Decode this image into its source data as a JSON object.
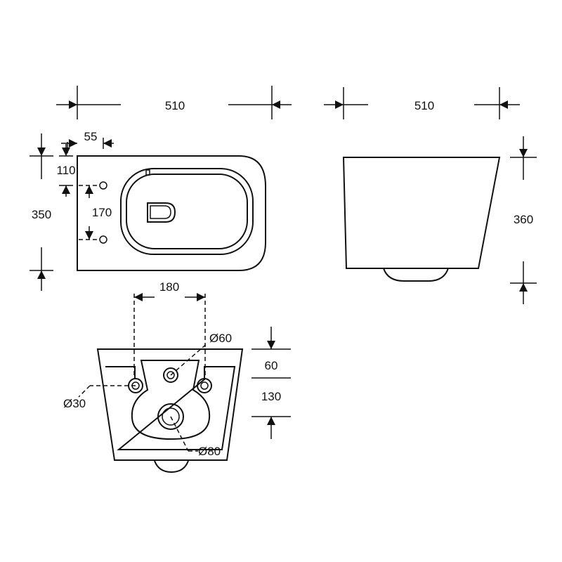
{
  "dimensions": {
    "top_length": "510",
    "top_offset": "55",
    "top_hole_offset": "110",
    "top_width": "350",
    "top_hole_spacing": "170",
    "side_length": "510",
    "side_height": "360",
    "rear_hole_spacing": "180",
    "rear_dia_small": "Ø60",
    "rear_dia_bolt": "Ø30",
    "rear_dia_outlet": "Ø80",
    "rear_vert_upper": "60",
    "rear_vert_lower": "130"
  },
  "colors": {
    "line": "#111111",
    "background": "#ffffff"
  }
}
